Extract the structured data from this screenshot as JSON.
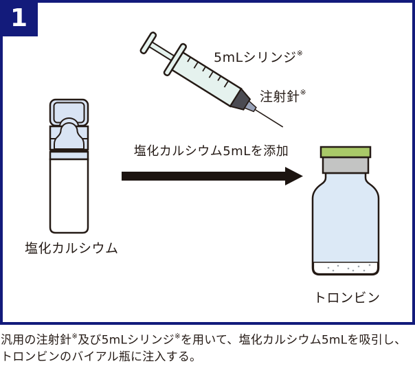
{
  "step_badge": "1",
  "syringe": {
    "label": "5mLシリンジ",
    "label_note": "※",
    "needle_label": "注射針",
    "needle_note": "※"
  },
  "ampoule": {
    "label": "塩化カルシウム"
  },
  "arrow": {
    "label": "塩化カルシウム5mLを添加"
  },
  "vial": {
    "label": "トロンビン"
  },
  "caption": {
    "segments": [
      {
        "text": "汎用の注射針"
      },
      {
        "sup": "※"
      },
      {
        "text": "及び5mLシリンジ"
      },
      {
        "sup": "※"
      },
      {
        "text": "を用いて、塩化カルシウム5mLを吸引し、"
      },
      {
        "text": "トロンビンのバイアル瓶に注入する。"
      }
    ]
  },
  "colors": {
    "frame_navy": "#131b7b",
    "outline_black": "#241a15",
    "syringe_fill": "#e5f2ee",
    "syringe_tip_gray": "#4b4b52",
    "needle_hub_gray": "#98a2b8",
    "ampoule_blue": "#d9e4f4",
    "vial_blue": "#dce9f6",
    "vial_cap_green": "#a9c968",
    "vial_band_gray": "#c3c4c3",
    "powder_white": "#ffffff"
  }
}
